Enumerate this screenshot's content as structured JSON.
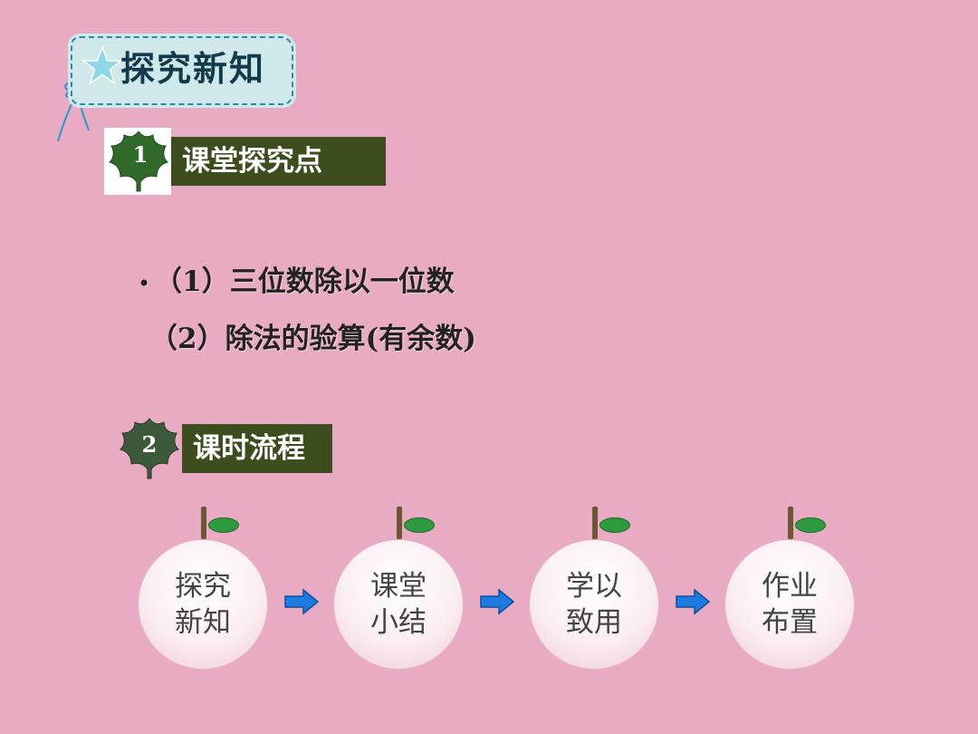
{
  "banner": {
    "title": "探究新知",
    "star_icon": "star-icon",
    "ribbon_icon": "ribbon-icon"
  },
  "section1": {
    "number": "1",
    "label": "课堂探究点",
    "icon": "leaf-icon"
  },
  "content": {
    "bullet": "•",
    "line1": "（1）三位数除以一位数",
    "line2": "（2）除法的验算(有余数)"
  },
  "section2": {
    "number": "2",
    "label": "课时流程",
    "icon": "leaf-icon"
  },
  "flow": [
    {
      "line1": "探究",
      "line2": "新知"
    },
    {
      "line1": "课堂",
      "line2": "小结"
    },
    {
      "line1": "学以",
      "line2": "致用"
    },
    {
      "line1": "作业",
      "line2": "布置"
    }
  ],
  "colors": {
    "background": "#e9aac4",
    "banner": "#cfe8ea",
    "section_head": "#3e4d1e",
    "leaf": "#2f5a2a",
    "arrow": "#1e6fd8"
  }
}
